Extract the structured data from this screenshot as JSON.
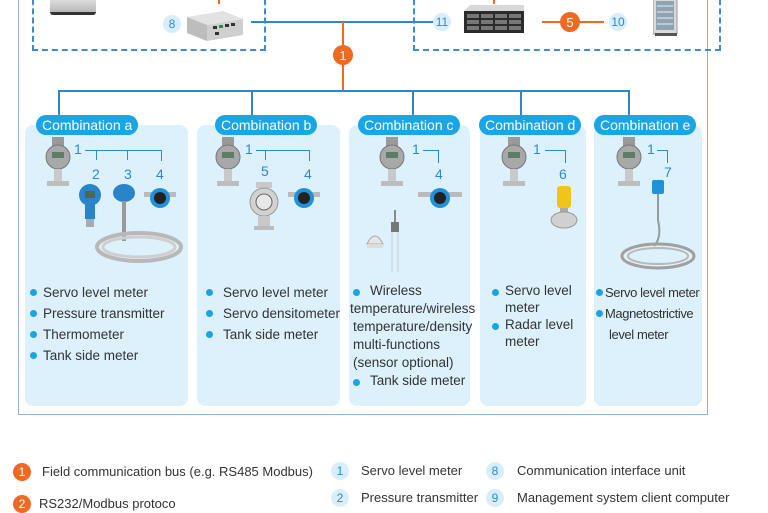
{
  "diagram": {
    "top_nodes": {
      "communication_unit_badge": "8",
      "server_badge": "11",
      "bus_badge": "5",
      "cabinet_badge": "10",
      "field_bus_badge": "1"
    },
    "combinations": [
      {
        "label": "Combination a",
        "device_numbers": [
          "1",
          "2",
          "3",
          "4"
        ],
        "items": [
          {
            "text": "Servo level meter",
            "bullet": true
          },
          {
            "text": "Pressure transmitter",
            "bullet": true
          },
          {
            "text": "Thermometer",
            "bullet": true
          },
          {
            "text": "Tank side meter",
            "bullet": true
          }
        ]
      },
      {
        "label": "Combination b",
        "device_numbers": [
          "1",
          "5",
          "4"
        ],
        "items": [
          {
            "text": "Servo level meter",
            "bullet": true
          },
          {
            "text": "Servo densitometer",
            "bullet": true
          },
          {
            "text": "Tank side meter",
            "bullet": true
          }
        ]
      },
      {
        "label": "Combination c",
        "device_numbers": [
          "1",
          "4"
        ],
        "items": [
          {
            "text": "Wireless",
            "bullet": true
          },
          {
            "text": "temperature/wireless",
            "bullet": false
          },
          {
            "text": "temperature/density",
            "bullet": false
          },
          {
            "text": "multi-functions",
            "bullet": false
          },
          {
            "text": "(sensor optional)",
            "bullet": false
          },
          {
            "text": "Tank side meter",
            "bullet": true
          }
        ]
      },
      {
        "label": "Combination d",
        "device_numbers": [
          "1",
          "6"
        ],
        "items": [
          {
            "text": "Servo level",
            "bullet": true
          },
          {
            "text": "meter",
            "bullet": false
          },
          {
            "text": "Radar level",
            "bullet": true
          },
          {
            "text": "meter",
            "bullet": false
          }
        ]
      },
      {
        "label": "Combination e",
        "device_numbers": [
          "1",
          "7"
        ],
        "items": [
          {
            "text": "Servo level meter",
            "bullet": true
          },
          {
            "text": "Magnetostrictive",
            "bullet": true
          },
          {
            "text": "level meter",
            "bullet": false
          }
        ]
      }
    ]
  },
  "legend": {
    "protocols": [
      {
        "badge": "1",
        "label": "Field communication bus (e.g. RS485 Modbus)"
      },
      {
        "badge": "2",
        "label": "RS232/Modbus protoco"
      }
    ],
    "devices": [
      {
        "badge": "1",
        "label": "Servo level meter"
      },
      {
        "badge": "2",
        "label": "Pressure transmitter"
      },
      {
        "badge": "8",
        "label": "Communication interface unit"
      },
      {
        "badge": "9",
        "label": "Management system client computer"
      }
    ]
  },
  "colors": {
    "bus_orange": "#ee6a24",
    "line_blue": "#2f86c8",
    "pill_blue": "#1aa6e6",
    "card_bg": "#dcf1fc"
  }
}
